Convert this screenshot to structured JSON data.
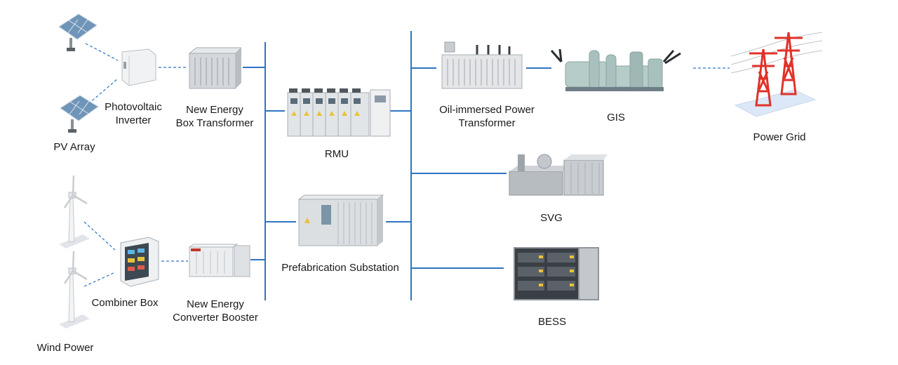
{
  "colors": {
    "bus": "#2e74c2",
    "link": "#2e74c2",
    "text": "#1a1a1a"
  },
  "labels": {
    "pv_array": "PV Array",
    "pv_inverter": [
      "Photovoltaic",
      "Inverter"
    ],
    "box_transformer": [
      "New Energy",
      "Box Transformer"
    ],
    "rmu": "RMU",
    "prefab_substation": "Prefabrication Substation",
    "oil_transformer": [
      "Oil-immersed Power",
      "Transformer"
    ],
    "gis": "GIS",
    "power_grid": "Power Grid",
    "svg": "SVG",
    "bess": "BESS",
    "wind_power": "Wind Power",
    "combiner_box": "Combiner Box",
    "converter_booster": [
      "New Energy",
      "Converter Booster"
    ]
  },
  "icons": {
    "pv_panel_top": "solar-panel-icon",
    "pv_panel_bottom": "solar-panel-icon",
    "inverter": "inverter-icon",
    "box_transformer": "box-transformer-icon",
    "rmu": "switchgear-cabinet-icon",
    "prefab_substation": "container-substation-icon",
    "oil_transformer": "oil-transformer-icon",
    "gis": "gas-insulated-switchgear-icon",
    "power_grid": "transmission-tower-icon",
    "svg": "static-var-generator-icon",
    "bess": "battery-rack-icon",
    "wind_turbine_top": "wind-turbine-icon",
    "wind_turbine_bottom": "wind-turbine-icon",
    "combiner_box": "combiner-box-icon",
    "converter_booster": "converter-booster-icon"
  }
}
